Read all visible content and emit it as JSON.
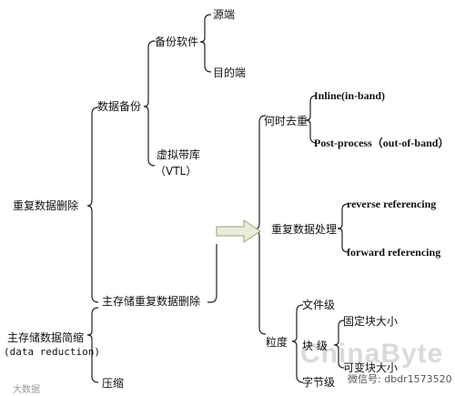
{
  "nodes": {
    "root": "重复数据删除",
    "backup": "数据备份",
    "backup_software": "备份软件",
    "source": "源端",
    "target": "目的端",
    "vtl_line1": "虚拟带库",
    "vtl_line2": "（VTL）",
    "primary_dedupe": "主存储重复数据删除",
    "primary_reduce_line1": "主存储数据简缩",
    "primary_reduce_line2": "(data reduction)",
    "compression": "压缩",
    "when": "何时去重",
    "inline": "Inline(in-band)",
    "post_process": "Post-process（out-of-band）",
    "handling": "重复数据处理",
    "reverse_ref": "reverse referencing",
    "forward_ref": "forward referencing",
    "granularity": "粒度",
    "file_level": "文件级",
    "block_level": "块    级",
    "fixed_block": "固定块大小",
    "variable_block": "可变块大小",
    "byte_level": "字节级"
  },
  "watermarks": {
    "bottom_left": "大数据",
    "site": "ChinaByte",
    "wechat": "微信号: dbdr1573520"
  },
  "colors": {
    "line": "#222222",
    "arrow_fill": "#e9ecda",
    "arrow_stroke": "#9aa07a"
  }
}
